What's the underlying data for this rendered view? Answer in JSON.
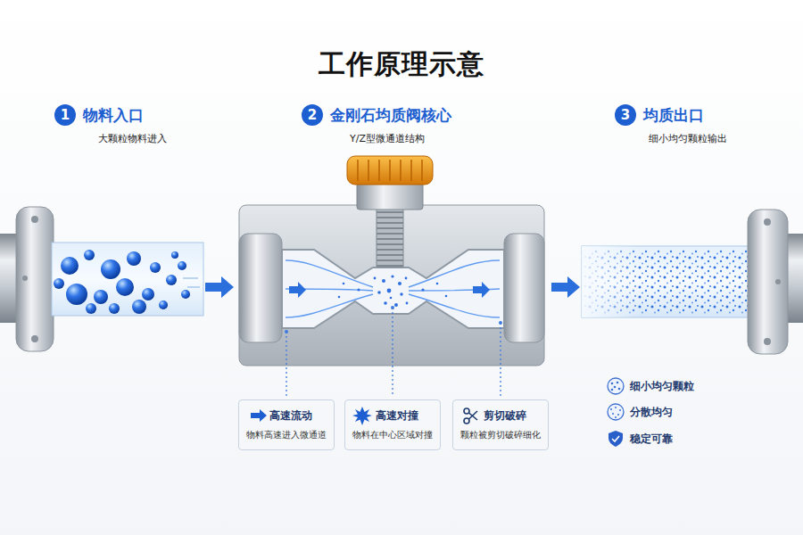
{
  "diagram": {
    "title": "工作原理示意",
    "nodes": [
      {
        "text": [
          "高速流动",
          "物料高速进入微通道"
        ]
      },
      {
        "text": [
          "高速对撞",
          "物料在中心区域对撞"
        ]
      },
      {
        "text": [
          "剪切破碎",
          "颗粒被剪切破碎细化"
        ]
      }
    ],
    "labels": [
      "1",
      "物料入口",
      "大颗粒物料进入",
      "2",
      "金刚石均质阀核心",
      "Y/Z型微通道结构",
      "3",
      "均质出口",
      "细小均匀颗粒输出",
      "细小均匀颗粒",
      "分散均匀",
      "稳定可靠"
    ]
  }
}
